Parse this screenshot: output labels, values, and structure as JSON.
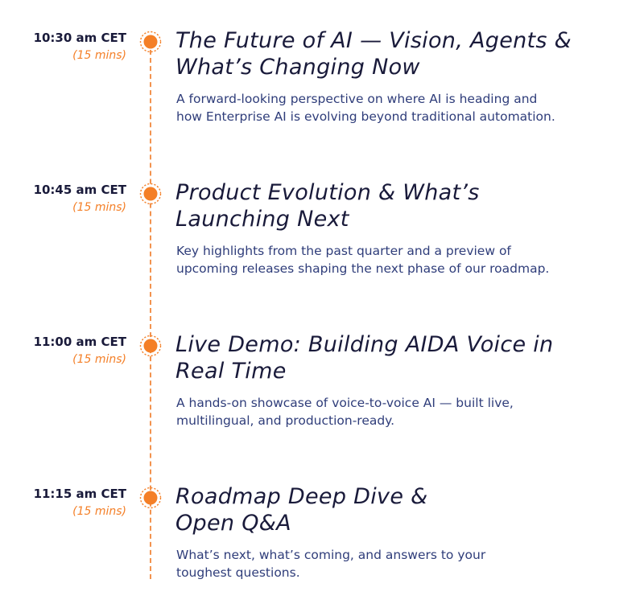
{
  "agenda": {
    "items": [
      {
        "time": "10:30 am CET",
        "duration": "(15 mins)",
        "title_lines": [
          "The Future of AI — Vision, Agents &",
          "What’s Changing Now"
        ],
        "description_lines": [
          "A forward-looking perspective on where AI is heading and",
          "how Enterprise AI is evolving beyond traditional automation."
        ]
      },
      {
        "time": "10:45 am CET",
        "duration": "(15 mins)",
        "title_lines": [
          "Product Evolution & What’s",
          "Launching Next"
        ],
        "description_lines": [
          "Key highlights from the past quarter and a preview of",
          "upcoming releases shaping the next phase of our roadmap."
        ]
      },
      {
        "time": "11:00 am CET",
        "duration": "(15 mins)",
        "title_lines": [
          "Live Demo: Building AIDA Voice in",
          "Real Time"
        ],
        "description_lines": [
          "A hands-on showcase of voice-to-voice AI — built live,",
          "multilingual, and production-ready."
        ]
      },
      {
        "time": "11:15 am CET",
        "duration": "(15 mins)",
        "title_lines": [
          "Roadmap Deep Dive &",
          "Open Q&A"
        ],
        "description_lines": [
          "What’s next, what’s coming, and answers to your",
          "toughest questions."
        ]
      }
    ]
  },
  "colors": {
    "accent": "#f47f27",
    "heading": "#191a3a",
    "body_text": "#2f3d7a",
    "timeline": "#f2934f"
  }
}
